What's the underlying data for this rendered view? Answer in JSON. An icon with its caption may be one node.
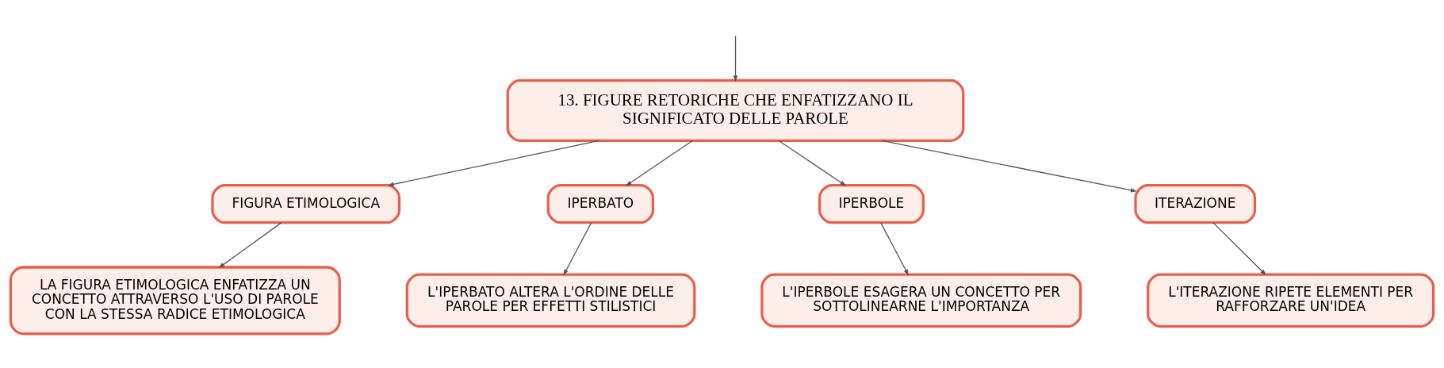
{
  "diagram": {
    "nodes": [
      {
        "text": [
          "13. FIGURE RETORICHE CHE ENFATIZZANO IL SIGNIFICATO DELLE PAROLE"
        ]
      },
      {
        "text": [
          "FIGURA ETIMOLOGICA"
        ]
      },
      {
        "text": [
          "IPERBATO"
        ]
      },
      {
        "text": [
          "IPERBOLE"
        ]
      },
      {
        "text": [
          "ITERAZIONE"
        ]
      },
      {
        "text": [
          "LA FIGURA ETIMOLOGICA ENFATIZZA UN CONCETTO ATTRAVERSO L'USO DI PAROLE CON LA STESSA RADICE ETIMOLOGICA"
        ]
      },
      {
        "text": [
          "L'IPERBATO ALTERA L'ORDINE DELLE PAROLE PER EFFETTI STILISTICI"
        ]
      },
      {
        "text": [
          "L'IPERBOLE ESAGERA UN CONCETTO PER SOTTOLINEARNE L'IMPORTANZA"
        ]
      },
      {
        "text": [
          "L'ITERAZIONE RIPETE ELEMENTI PER RAFFORZARE UN'IDEA"
        ]
      }
    ],
    "edges": [
      {
        "from": null,
        "to": 0,
        "arrow": "to"
      },
      {
        "from": 0,
        "to": 1,
        "arrow": "to"
      },
      {
        "from": 0,
        "to": 2,
        "arrow": "to"
      },
      {
        "from": 0,
        "to": 3,
        "arrow": "to"
      },
      {
        "from": 0,
        "to": 4,
        "arrow": "to"
      },
      {
        "from": 1,
        "to": 5,
        "arrow": "to"
      },
      {
        "from": 2,
        "to": 6,
        "arrow": "to"
      },
      {
        "from": 3,
        "to": 7,
        "arrow": "to"
      },
      {
        "from": 4,
        "to": 8,
        "arrow": "to"
      }
    ]
  }
}
